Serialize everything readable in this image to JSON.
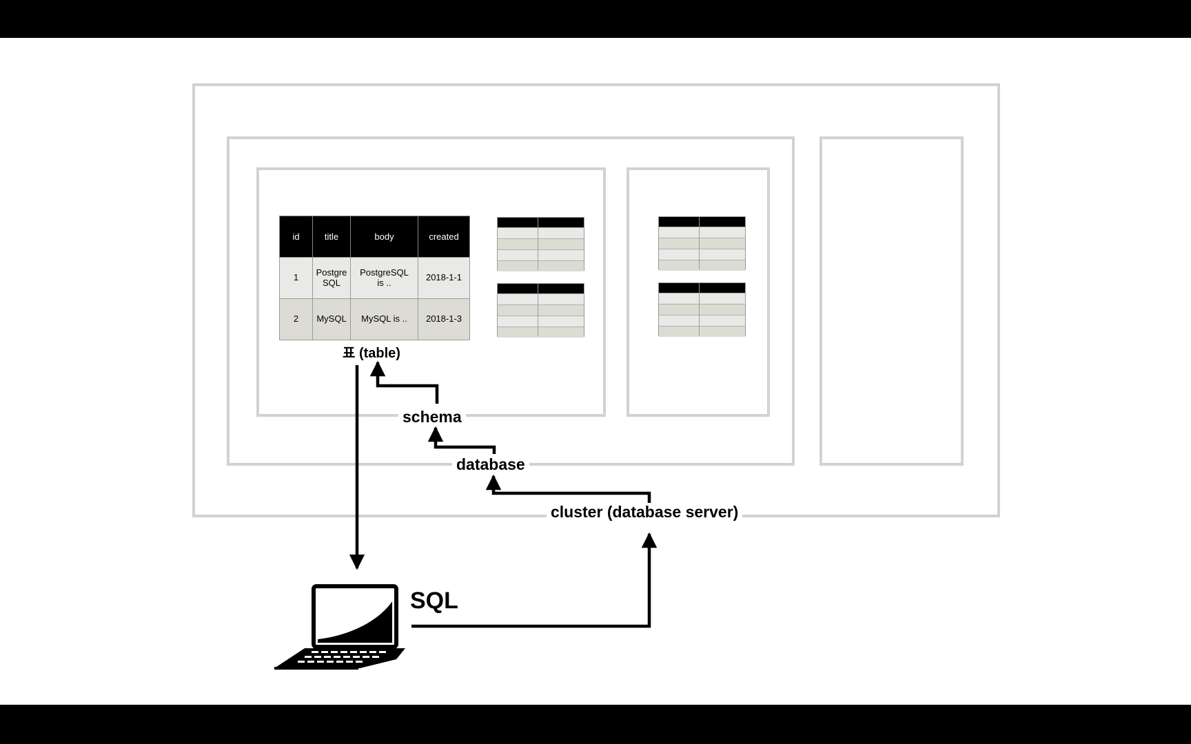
{
  "table": {
    "headers": [
      "id",
      "title",
      "body",
      "created"
    ],
    "rows": [
      [
        "1",
        "Postgre\nSQL",
        "PostgreSQL\nis ..",
        "2018-1-1"
      ],
      [
        "2",
        "MySQL",
        "MySQL is ..",
        "2018-1-3"
      ]
    ]
  },
  "labels": {
    "table": "표 (table)",
    "schema": "schema",
    "database": "database",
    "cluster": "cluster (database server)",
    "sql": "SQL"
  },
  "icons": {
    "client": "laptop-icon"
  },
  "colors": {
    "border": "#d2d2d2",
    "header": "#000000",
    "row_a": "#e9e9e7",
    "row_b": "#dcdcd4"
  }
}
